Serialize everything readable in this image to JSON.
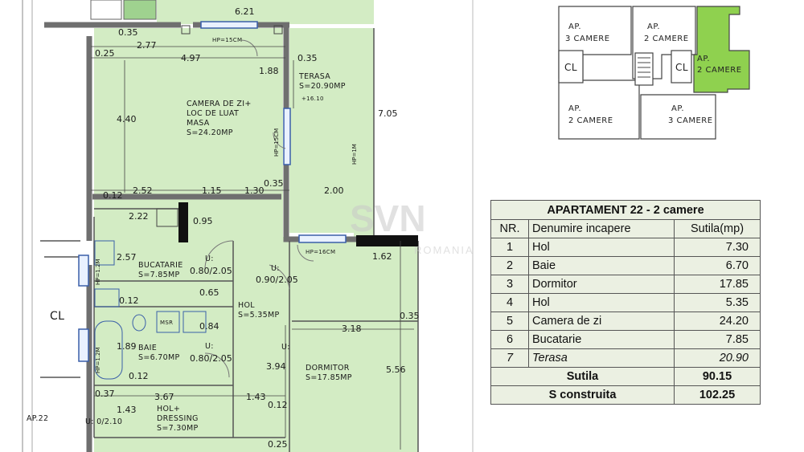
{
  "plan": {
    "dimensions": [
      "6.21",
      "0.35",
      "2.77",
      "4.97",
      "0.25",
      "0.35",
      "1.88",
      "4.40",
      "7.05",
      "2.52",
      "1.15",
      "1.30",
      "0.35",
      "2.00",
      "0.12",
      "2.22",
      "0.95",
      "1.62",
      "2.57",
      "0.80/2.05",
      "0.90/2.05",
      "0.65",
      "0.12",
      "0.84",
      "0.35",
      "3.18",
      "1.89",
      "0.80/2.05",
      "3.94",
      "5.56",
      "0.12",
      "0.37",
      "3.67",
      "1.43",
      "0.12",
      "1.43",
      "0.25"
    ],
    "rooms": {
      "camera_line1": "CAMERA DE ZI+",
      "camera_line2": "LOC DE LUAT",
      "camera_line3": "MASA",
      "camera_area": "S=24.20MP",
      "terasa_name": "TERASA",
      "terasa_area": "S=20.90MP",
      "terasa_level": "+16.10",
      "bucatarie_name": "BUCATARIE",
      "bucatarie_area": "S=7.85MP",
      "hol_name": "HOL",
      "hol_area": "S=5.35MP",
      "baie_name": "BAIE",
      "baie_area": "S=6.70MP",
      "dormitor_name": "DORMITOR",
      "dormitor_area": "S=17.85MP",
      "holdress_line1": "HOL+",
      "holdress_line2": "DRESSING",
      "holdress_area": "S=7.30MP",
      "cl": "CL",
      "msr": "MSR",
      "u1": "U:",
      "u2": "U:",
      "u3": "U:",
      "u4": "U:",
      "hp1": "HP=15CM",
      "hp2": "HP=15CM",
      "hp3": "HP=16CM",
      "hp4": "HP=1M",
      "hp5": "HP=1.2M",
      "hp6": "HP=1.2M",
      "ap_cut": "AP.22",
      "ucut": "U: 0/2.10"
    }
  },
  "key_plan": {
    "cells": [
      {
        "l1": "AP.",
        "l2": "3 CAMERE"
      },
      {
        "l1": "AP.",
        "l2": "2 CAMERE"
      },
      {
        "l1": "AP.",
        "l2": "2 CAMERE",
        "highlight": true
      },
      {
        "l1": "AP.",
        "l2": "2 CAMERE"
      },
      {
        "l1": "AP.",
        "l2": "3 CAMERE"
      }
    ],
    "cl1": "CL",
    "cl2": "CL",
    "highlight_color": "#8fd14f"
  },
  "table": {
    "title": "APARTAMENT 22 - 2 camere",
    "headers": [
      "NR.",
      "Denumire incapere",
      "Sutila(mp)"
    ],
    "rows": [
      {
        "nr": "1",
        "name": "Hol",
        "area": "7.30"
      },
      {
        "nr": "2",
        "name": "Baie",
        "area": "6.70"
      },
      {
        "nr": "3",
        "name": "Dormitor",
        "area": "17.85"
      },
      {
        "nr": "4",
        "name": "Hol",
        "area": "5.35"
      },
      {
        "nr": "5",
        "name": "Camera de zi",
        "area": "24.20"
      },
      {
        "nr": "6",
        "name": "Bucatarie",
        "area": "7.85"
      },
      {
        "nr": "7",
        "name": "Terasa",
        "area": "20.90"
      }
    ],
    "sutila_label": "Sutila",
    "sutila_value": "90.15",
    "sconstr_label": "S construita",
    "sconstr_value": "102.25"
  },
  "watermark": {
    "big": "SVN",
    "small": "ROMANIA"
  },
  "colors": {
    "plan_fill": "#d3ecc4",
    "wall": "#6f6f6f",
    "table_bg": "#ebf0e2"
  }
}
